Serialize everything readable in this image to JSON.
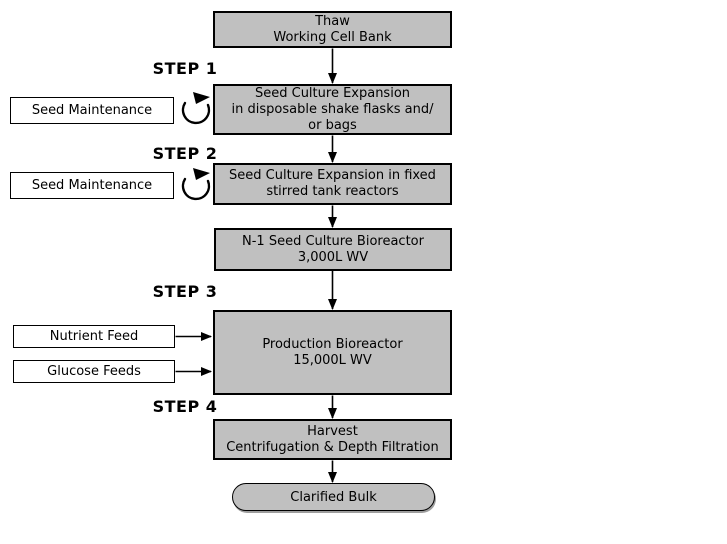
{
  "diagram": {
    "background": "#ffffff",
    "colors": {
      "process_box_fill": "#c0c0c0",
      "process_box_border": "#000000",
      "input_box_fill": "#ffffff",
      "input_box_border": "#000000",
      "arrow": "#000000",
      "text": "#000000"
    },
    "step_labels": [
      {
        "label": "STEP 1"
      },
      {
        "label": "STEP 2"
      },
      {
        "label": "STEP 3"
      },
      {
        "label": "STEP 4"
      }
    ],
    "nodes": {
      "thaw": "Thaw\nWorking Cell Bank",
      "seed_expansion_disposable": "Seed Culture Expansion\nin disposable shake flasks and/\nor bags",
      "seed_expansion_fixed": "Seed Culture Expansion in fixed\nstirred tank reactors",
      "n1_seed_bioreactor": "N-1 Seed Culture Bioreactor\n3,000L WV",
      "production_bioreactor": "Production Bioreactor\n15,000L WV",
      "harvest": "Harvest\nCentrifugation & Depth Filtration",
      "clarified_bulk": "Clarified Bulk"
    },
    "inputs": {
      "seed_maintenance_1": "Seed Maintenance",
      "seed_maintenance_2": "Seed Maintenance",
      "nutrient_feed": "Nutrient Feed",
      "glucose_feeds": "Glucose Feeds"
    },
    "icons": {
      "recycle_arrow": "circular-recycle-arrow",
      "flow_arrow": "solid-triangle-arrowhead"
    }
  }
}
